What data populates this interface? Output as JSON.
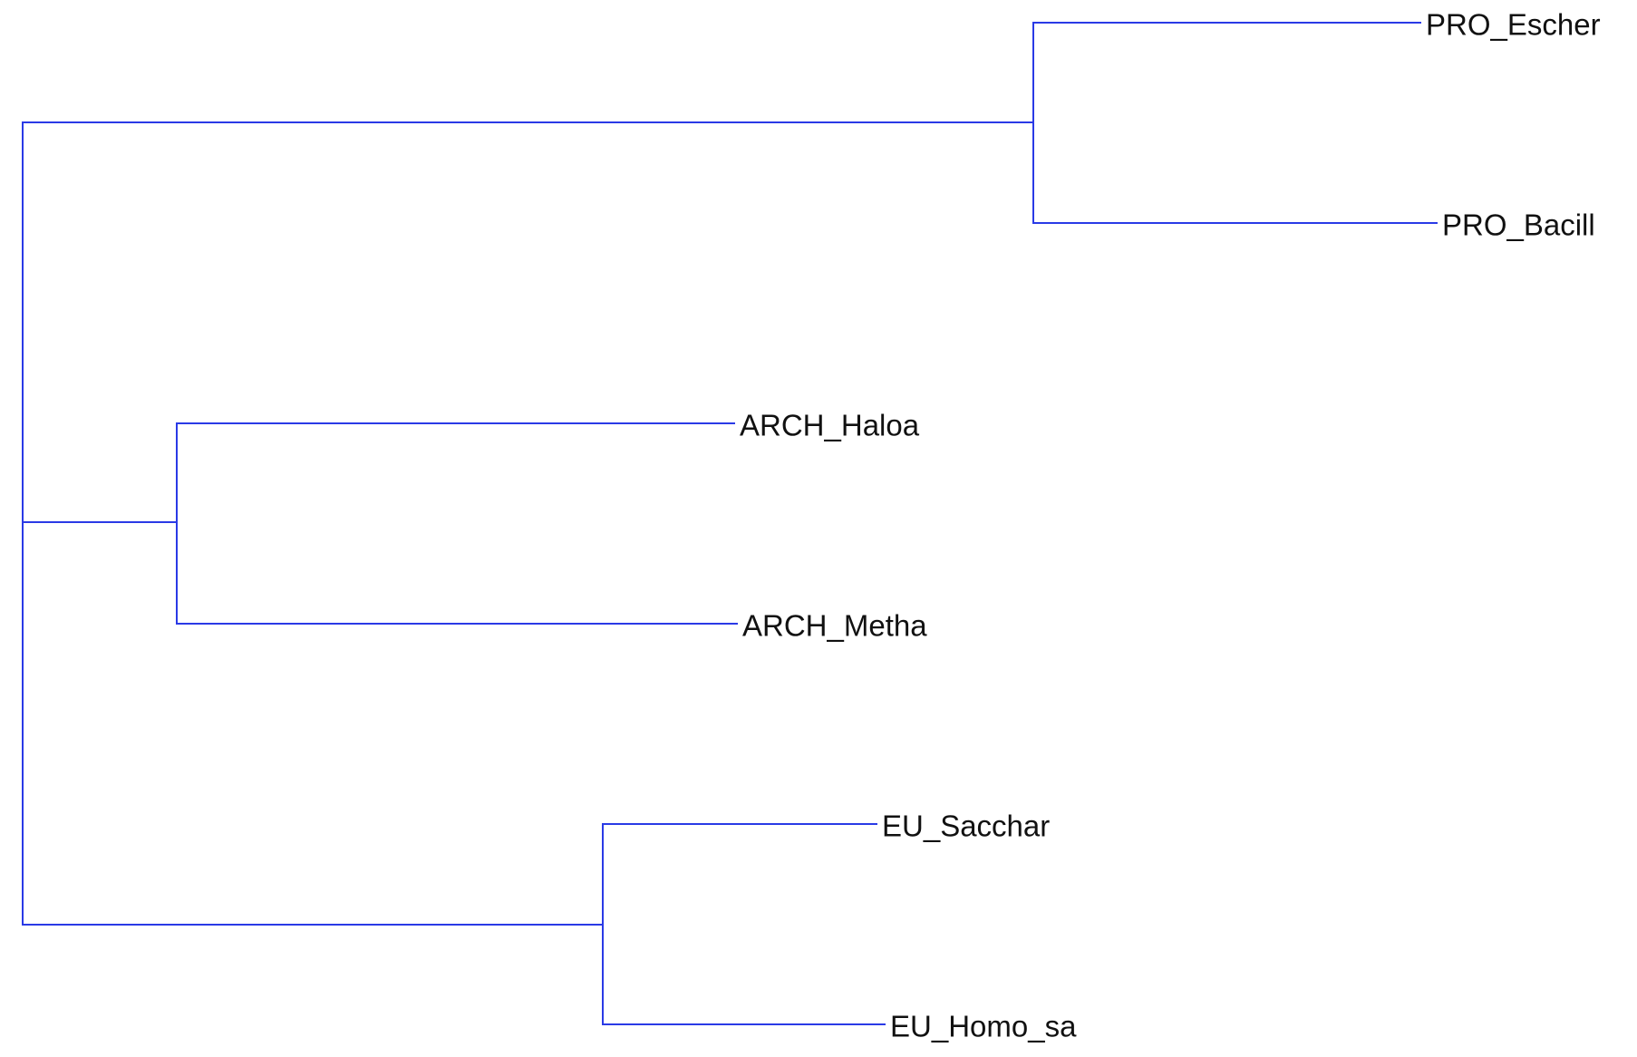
{
  "tree": {
    "branch_color": "#2a3ae6",
    "label_color": "#111111",
    "leaves": [
      {
        "id": "pro_escher",
        "label": "PRO_Escher"
      },
      {
        "id": "pro_bacill",
        "label": "PRO_Bacill"
      },
      {
        "id": "arch_haloa",
        "label": "ARCH_Haloa"
      },
      {
        "id": "arch_metha",
        "label": "ARCH_Metha"
      },
      {
        "id": "eu_sacchar",
        "label": "EU_Sacchar"
      },
      {
        "id": "eu_homo_sa",
        "label": "EU_Homo_sa"
      }
    ],
    "clades": [
      {
        "id": "prokaryotes",
        "children": [
          "pro_escher",
          "pro_bacill"
        ]
      },
      {
        "id": "archaea",
        "children": [
          "arch_haloa",
          "arch_metha"
        ]
      },
      {
        "id": "eukaryotes",
        "children": [
          "eu_sacchar",
          "eu_homo_sa"
        ]
      },
      {
        "id": "root",
        "children": [
          "prokaryotes",
          "archaea",
          "eukaryotes"
        ]
      }
    ]
  }
}
